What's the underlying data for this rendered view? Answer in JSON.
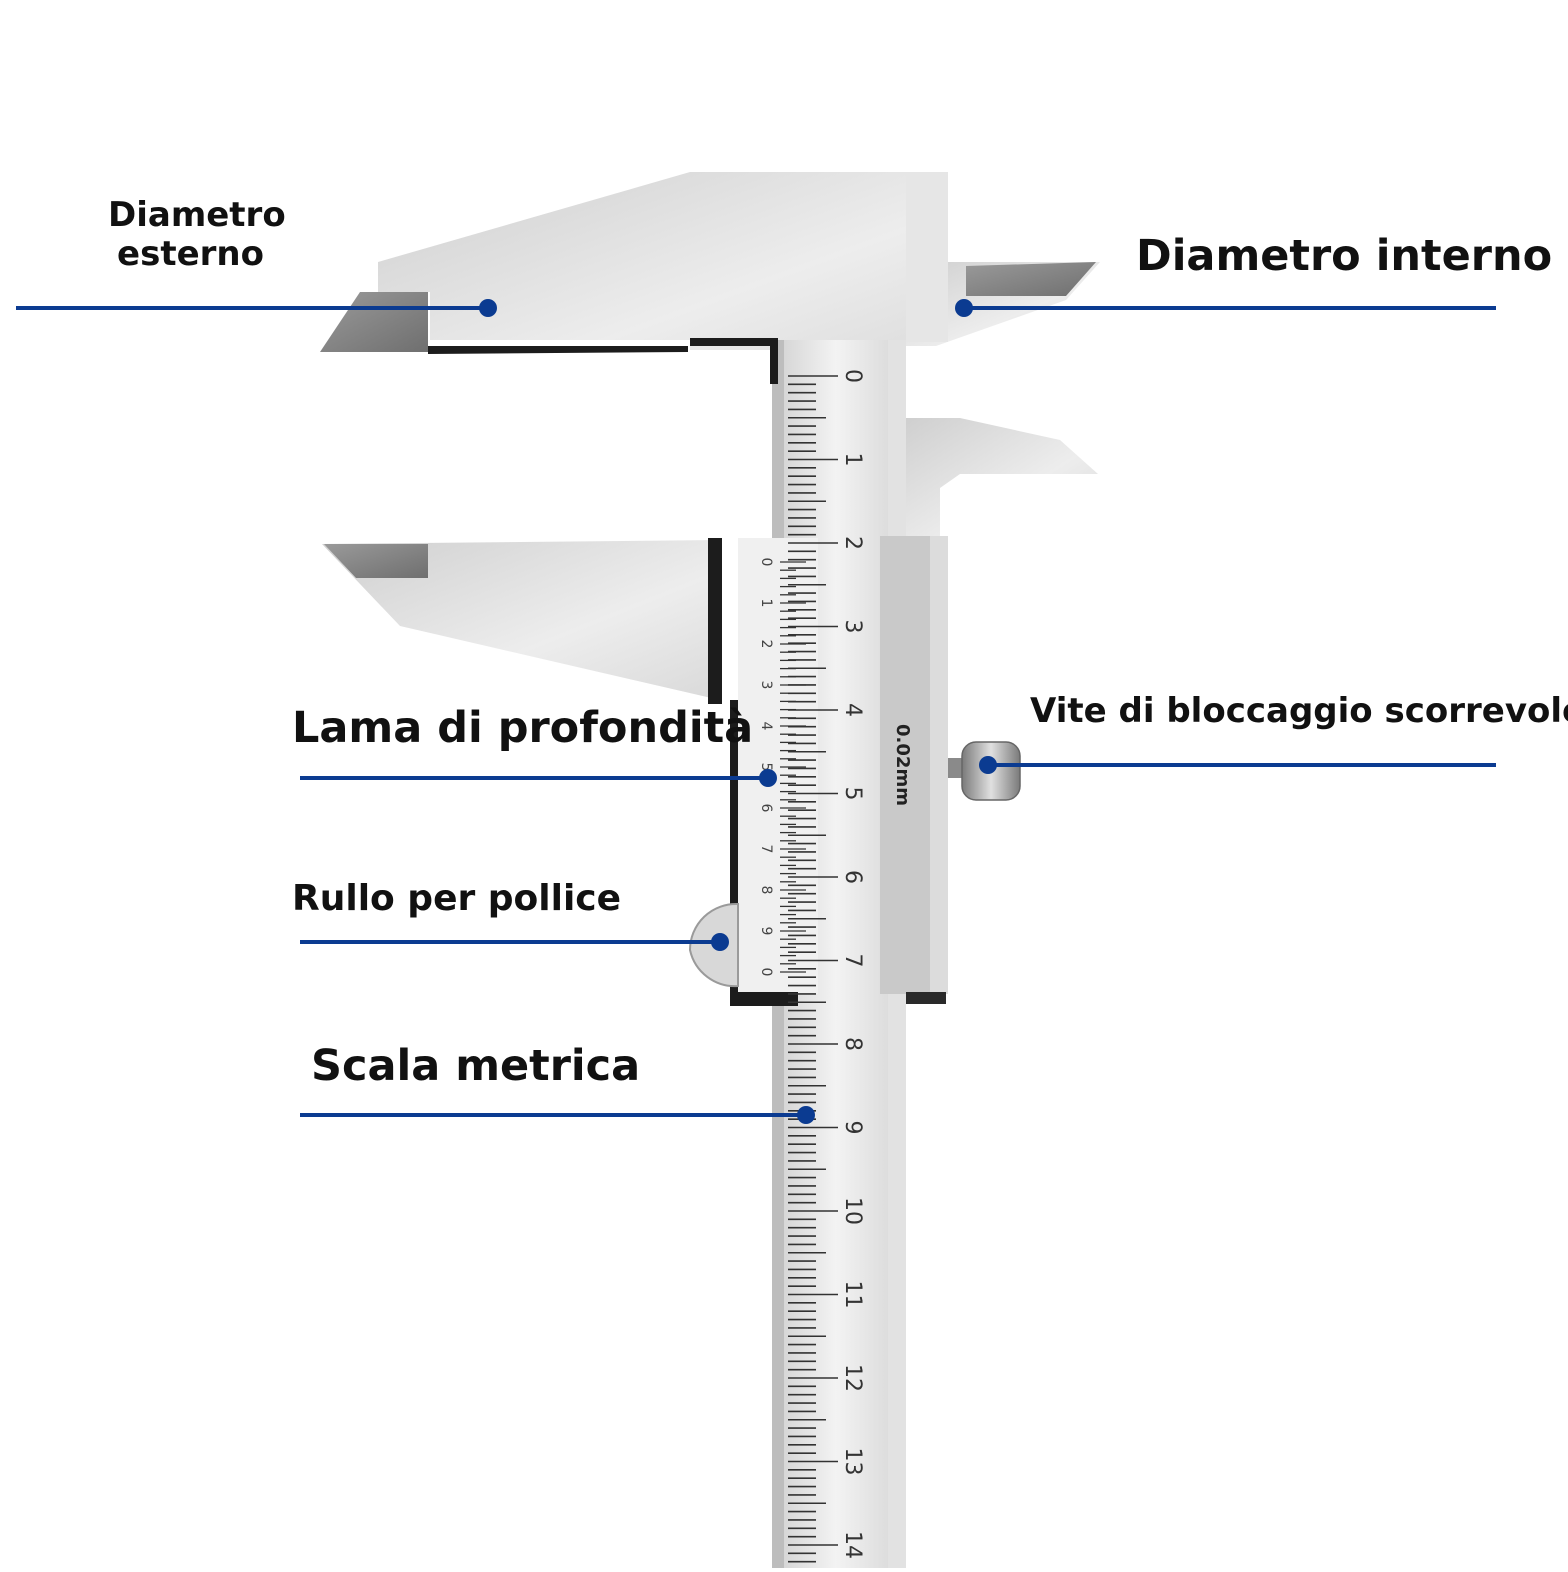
{
  "labels": {
    "outer_diameter_line1": "Diametro",
    "outer_diameter_line2": "esterno",
    "inner_diameter": "Diametro interno",
    "depth_blade": "Lama di profondità",
    "lock_screw": "Vite di bloccaggio scorrevole",
    "thumb_roller": "Rullo per pollice",
    "metric_scale": "Scala metrica"
  },
  "main_scale": {
    "numbers": [
      "0",
      "1",
      "2",
      "3",
      "4",
      "5",
      "6",
      "7",
      "8",
      "9",
      "10",
      "11",
      "12",
      "13",
      "14"
    ]
  },
  "vernier_scale": {
    "numbers": [
      "0",
      "1",
      "2",
      "3",
      "4",
      "5",
      "6",
      "7",
      "8",
      "9",
      "0"
    ]
  },
  "precision_marking": "0.02mm",
  "colors": {
    "leader_line": "#0b3b91",
    "steel_light": "#e9e9e9",
    "steel_mid": "#c9c9c9",
    "steel_dark": "#8f8f8f",
    "edge_dark": "#1c1c1c"
  }
}
